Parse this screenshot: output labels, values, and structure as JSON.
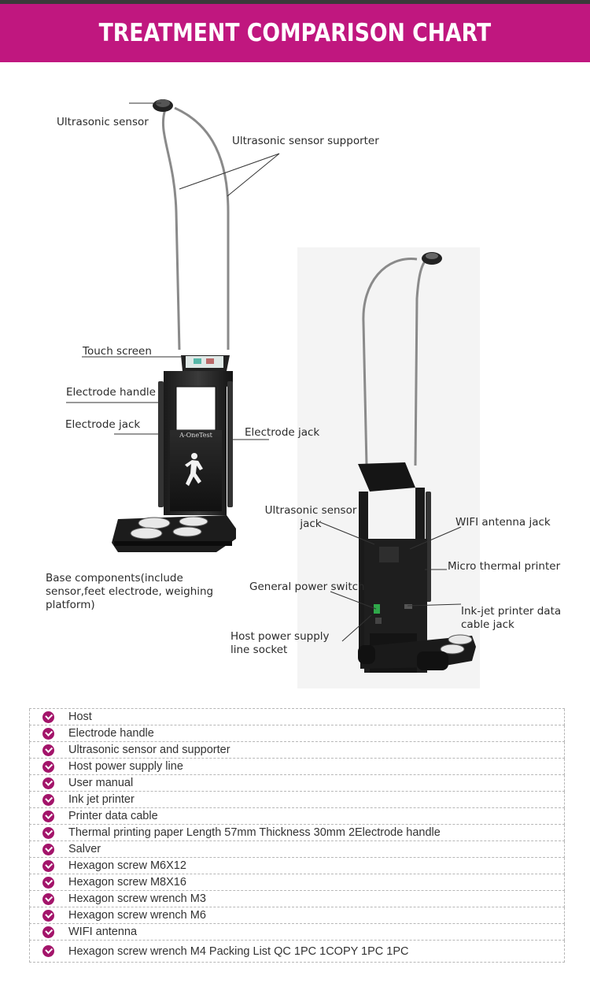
{
  "header": {
    "title": "TREATMENT COMPARISON CHART"
  },
  "brand": {
    "device_logo": "A-OneTest",
    "logo_tagline": ""
  },
  "colors": {
    "banner": "#c0177f",
    "check_icon": "#a3146a",
    "top_strip": "#3a3a3a"
  },
  "diagram": {
    "front_labels": {
      "ultrasonic_sensor": "Ultrasonic sensor",
      "ultrasonic_sensor_supporter": "Ultrasonic sensor supporter",
      "touch_screen": "Touch screen",
      "electrode_handle": "Electrode handle",
      "electrode_jack_left": "Electrode jack",
      "electrode_jack_right": "Electrode jack",
      "base_components": "Base components(include sensor,feet electrode, weighing platform)"
    },
    "back_labels": {
      "ultrasonic_sensor_jack": "Ultrasonic sensor jack",
      "wifi_antenna_jack": "WIFI antenna jack",
      "micro_thermal_printer": "Micro thermal printer",
      "general_power_switch": "General power switch",
      "inkjet_printer_cable_jack": "Ink-jet printer data cable jack",
      "host_power_supply_socket": "Host power supply line socket"
    }
  },
  "packing_list": {
    "items": [
      "Host",
      "Electrode handle",
      "Ultrasonic sensor and supporter",
      "Host power supply line",
      "User manual",
      "Ink jet printer",
      "Printer data cable",
      "Thermal printing paper Length 57mm Thickness 30mm  2Electrode handle",
      "Salver",
      "Hexagon screw  M6X12",
      "Hexagon screw   M8X16",
      "Hexagon screw wrench M3",
      "Hexagon screw wrench M6",
      "WIFI antenna",
      "Hexagon screw wrench M4  Packing List QC 1PC 1COPY 1PC 1PC"
    ]
  }
}
